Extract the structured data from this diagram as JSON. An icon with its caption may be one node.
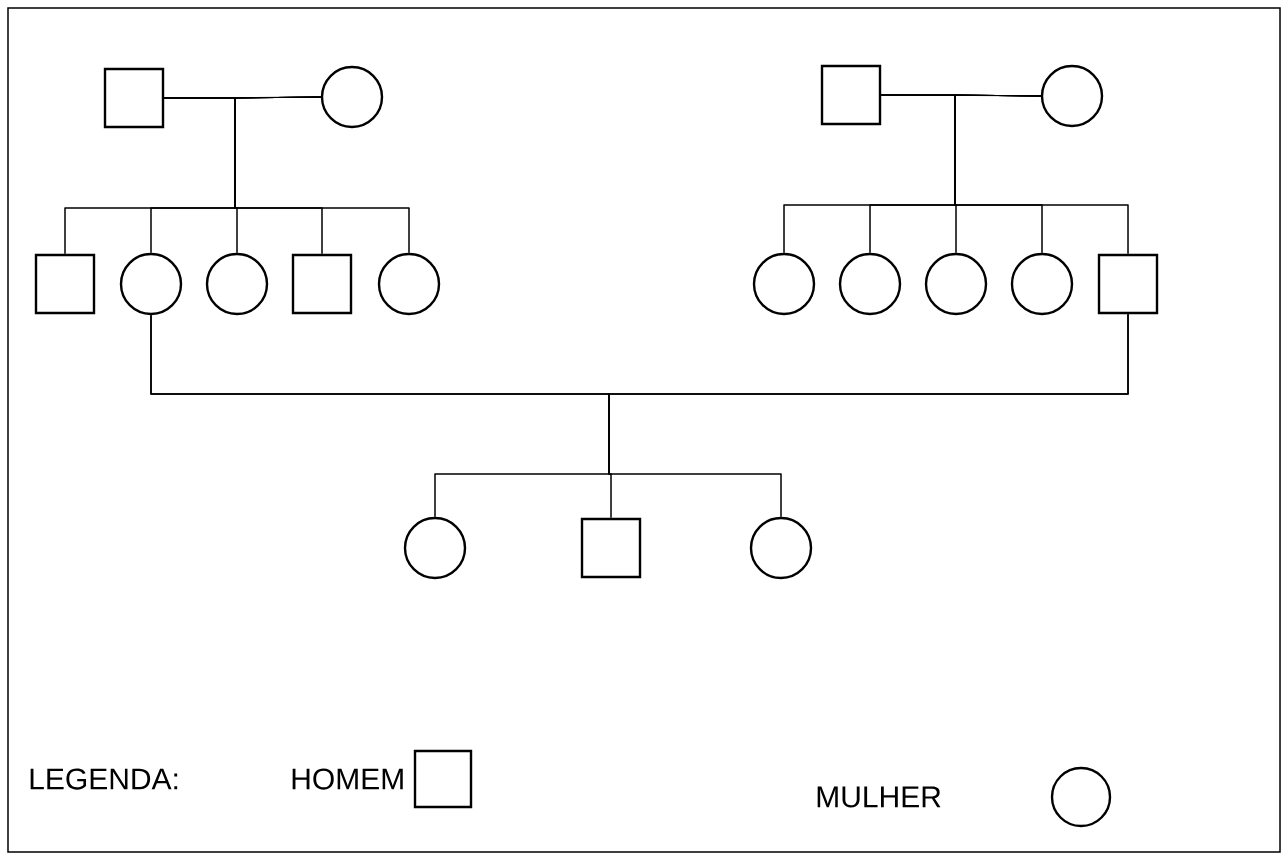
{
  "diagram": {
    "nodes": [
      {
        "text": [],
        "shape": "box"
      },
      {
        "text": [],
        "shape": "circle"
      },
      {
        "text": [],
        "shape": "box"
      },
      {
        "text": [],
        "shape": "circle"
      },
      {
        "text": [],
        "shape": "box"
      },
      {
        "text": [],
        "shape": "circle"
      },
      {
        "text": [],
        "shape": "circle"
      },
      {
        "text": [],
        "shape": "box"
      },
      {
        "text": [],
        "shape": "circle"
      },
      {
        "text": [],
        "shape": "circle"
      },
      {
        "text": [],
        "shape": "circle"
      },
      {
        "text": [],
        "shape": "circle"
      },
      {
        "text": [],
        "shape": "circle"
      },
      {
        "text": [],
        "shape": "box"
      },
      {
        "text": [],
        "shape": "circle"
      },
      {
        "text": [],
        "shape": "box"
      },
      {
        "text": [],
        "shape": "circle"
      }
    ],
    "edges": [
      {
        "from": 0,
        "to": 1,
        "arrow": "none"
      },
      {
        "from": 0,
        "to": 4,
        "arrow": "none"
      },
      {
        "from": 0,
        "to": 5,
        "arrow": "none"
      },
      {
        "from": 0,
        "to": 6,
        "arrow": "none"
      },
      {
        "from": 0,
        "to": 7,
        "arrow": "none"
      },
      {
        "from": 0,
        "to": 8,
        "arrow": "none"
      },
      {
        "from": 1,
        "to": 4,
        "arrow": "none"
      },
      {
        "from": 1,
        "to": 5,
        "arrow": "none"
      },
      {
        "from": 1,
        "to": 6,
        "arrow": "none"
      },
      {
        "from": 1,
        "to": 7,
        "arrow": "none"
      },
      {
        "from": 1,
        "to": 8,
        "arrow": "none"
      },
      {
        "from": 2,
        "to": 3,
        "arrow": "none"
      },
      {
        "from": 2,
        "to": 9,
        "arrow": "none"
      },
      {
        "from": 2,
        "to": 10,
        "arrow": "none"
      },
      {
        "from": 2,
        "to": 11,
        "arrow": "none"
      },
      {
        "from": 2,
        "to": 12,
        "arrow": "none"
      },
      {
        "from": 2,
        "to": 13,
        "arrow": "none"
      },
      {
        "from": 3,
        "to": 9,
        "arrow": "none"
      },
      {
        "from": 3,
        "to": 10,
        "arrow": "none"
      },
      {
        "from": 3,
        "to": 11,
        "arrow": "none"
      },
      {
        "from": 3,
        "to": 12,
        "arrow": "none"
      },
      {
        "from": 3,
        "to": 13,
        "arrow": "none"
      },
      {
        "from": 5,
        "to": 13,
        "arrow": "none"
      },
      {
        "from": 5,
        "to": 14,
        "arrow": "none"
      },
      {
        "from": 5,
        "to": 15,
        "arrow": "none"
      },
      {
        "from": 5,
        "to": 16,
        "arrow": "none"
      },
      {
        "from": 13,
        "to": 14,
        "arrow": "none"
      },
      {
        "from": 13,
        "to": 15,
        "arrow": "none"
      },
      {
        "from": 13,
        "to": 16,
        "arrow": "none"
      }
    ],
    "labels": [
      "LEGENDA:"
    ],
    "legend": [
      {
        "text": "HOMEM"
      },
      {
        "text": "MULHER"
      }
    ]
  }
}
